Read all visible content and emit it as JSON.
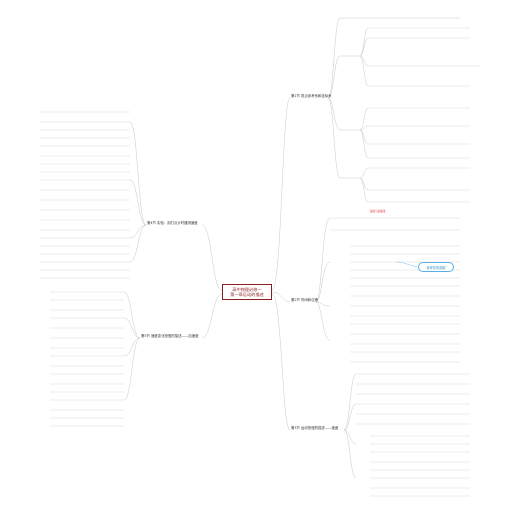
{
  "center": {
    "line1": "高中物理必修一",
    "line2": "第一章运动的描述"
  },
  "side_tag": "参考系的选取",
  "branches": {
    "top_right": "第1节 质点参考系和坐标系",
    "mid_right": "第2节 时间和位移",
    "bottom_right": "第3节 运动快慢的描述——速度",
    "left_upper": "第4节 实验：用打点计时器测速度",
    "left_lower": "第5节 速度变化快慢的描述——加速度"
  },
  "highlight": "速度与加速度"
}
